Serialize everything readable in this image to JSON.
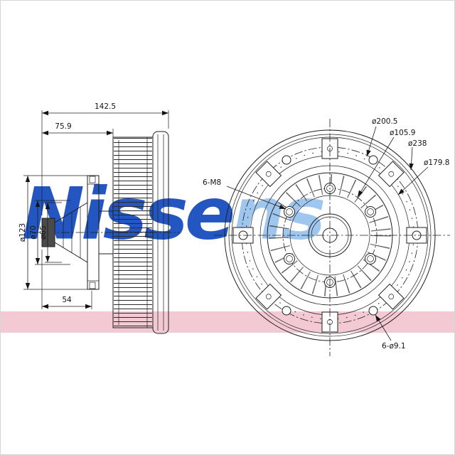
{
  "watermark": {
    "text_dark": "Nisse",
    "text_light": "ns",
    "dark_color": "#2356c0",
    "light_color": "#9fc6ee",
    "band_color": "rgba(226,120,148,0.40)"
  },
  "side_view": {
    "overall_width": "142.5",
    "bearing_length": "75.9",
    "shaft_length": "54",
    "flange_dia": "ø123",
    "hub_dia": "ø70",
    "pilot_dia": "ø65"
  },
  "front_view": {
    "bolt_circle_dia": "ø200.5",
    "hub_circle_dia": "ø105.9",
    "outer_dia": "ø238",
    "inner_ring_dia": "ø179.8",
    "thread_spec": "6-M8",
    "hole_spec": "6-ø9.1"
  }
}
